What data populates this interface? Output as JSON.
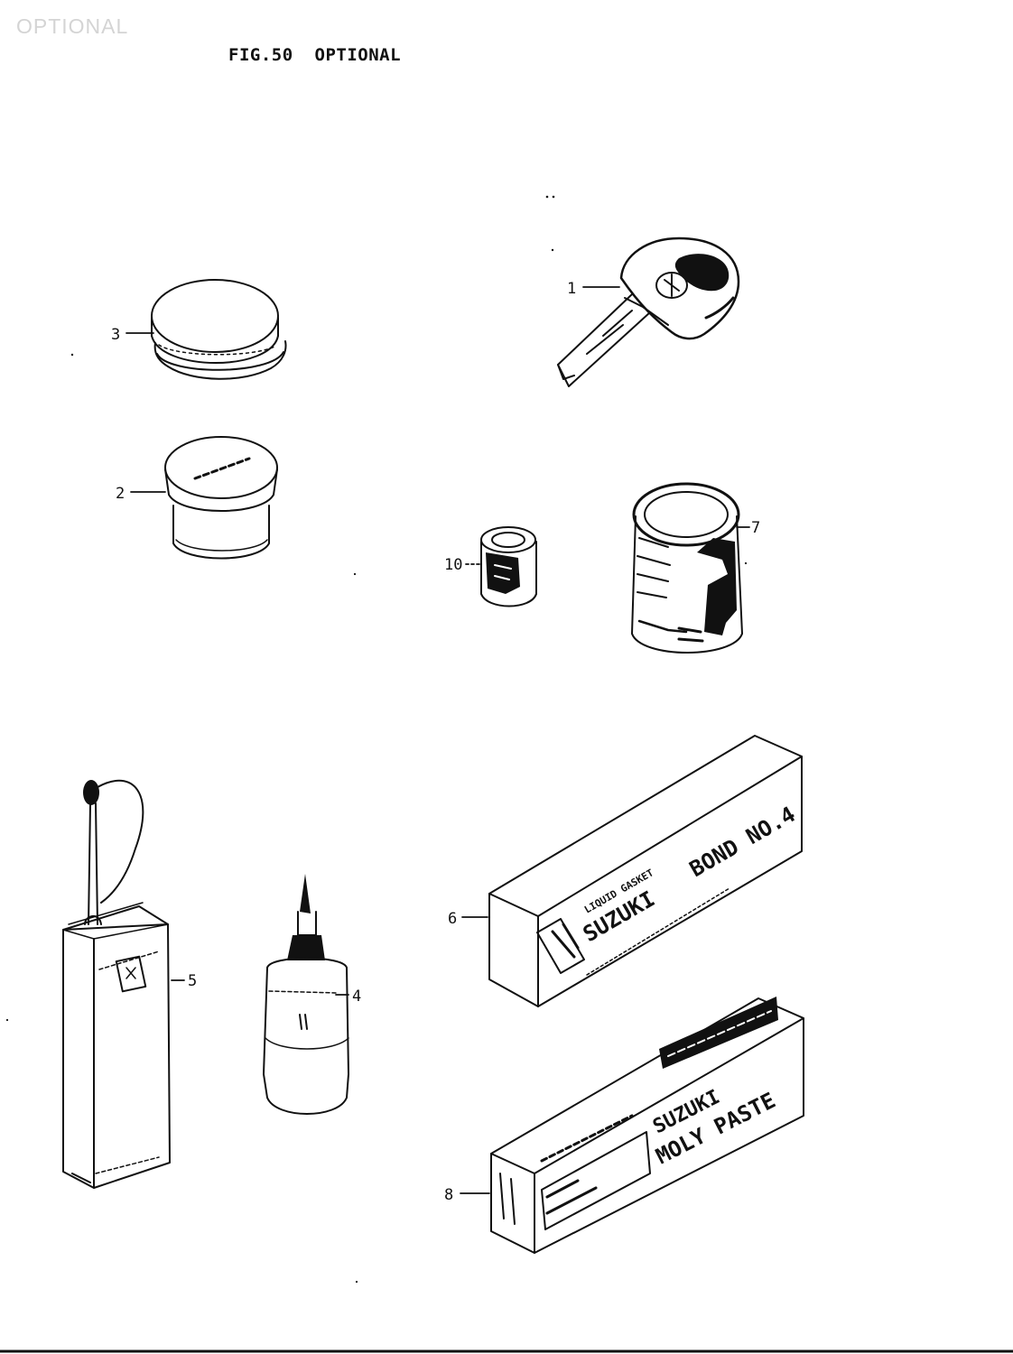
{
  "page": {
    "watermark": "OPTIONAL",
    "figure_number": "FIG.50",
    "figure_title": "OPTIONAL"
  },
  "colors": {
    "ink": "#111111",
    "paper": "#ffffff",
    "watermark": "#d4d4d4"
  },
  "callouts": [
    {
      "id": "key",
      "number": "1"
    },
    {
      "id": "small-jar",
      "number": "2"
    },
    {
      "id": "flat-tin",
      "number": "3"
    },
    {
      "id": "oil-bottle",
      "number": "4"
    },
    {
      "id": "tall-can",
      "number": "5"
    },
    {
      "id": "bond-box",
      "number": "6"
    },
    {
      "id": "paint-can",
      "number": "7"
    },
    {
      "id": "paste-box",
      "number": "8"
    },
    {
      "id": "small-can",
      "number": "10"
    }
  ],
  "packaging": {
    "bond_box": {
      "line1": "LIQUID GASKET",
      "brand": "SUZUKI",
      "product": "BOND NO.4"
    },
    "paste_box": {
      "brand": "SUZUKI",
      "product": "MOLY PASTE"
    }
  }
}
